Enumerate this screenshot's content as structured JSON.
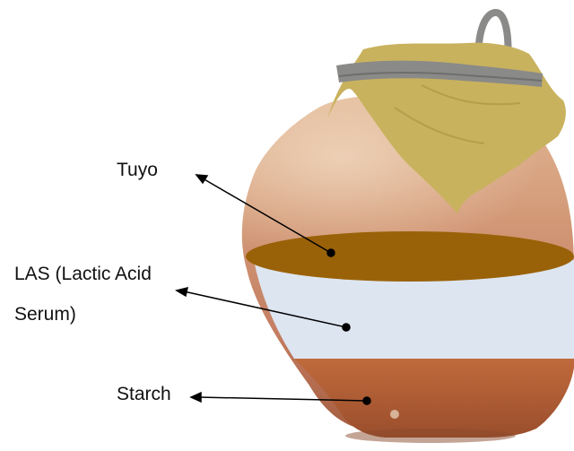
{
  "labels": {
    "tuyo": "Tuyo",
    "las_line1": "LAS (Lactic Acid",
    "las_line2": "Serum)",
    "starch": "Starch"
  },
  "layers": [
    {
      "name": "Tuyo",
      "color": "#9a6208"
    },
    {
      "name": "LAS (Lactic Acid Serum)",
      "color": "#dde5f0"
    },
    {
      "name": "Starch",
      "color": "#b4623a"
    }
  ],
  "colors": {
    "pot_top": "#d6a27a",
    "pot_mid": "#c9866a",
    "cloth": "#c9b25e",
    "band": "#8a8a88",
    "arrow": "#000000"
  },
  "icons": [
    "clay-pot-illustration",
    "cloth-cover-icon",
    "arrow-icon"
  ]
}
